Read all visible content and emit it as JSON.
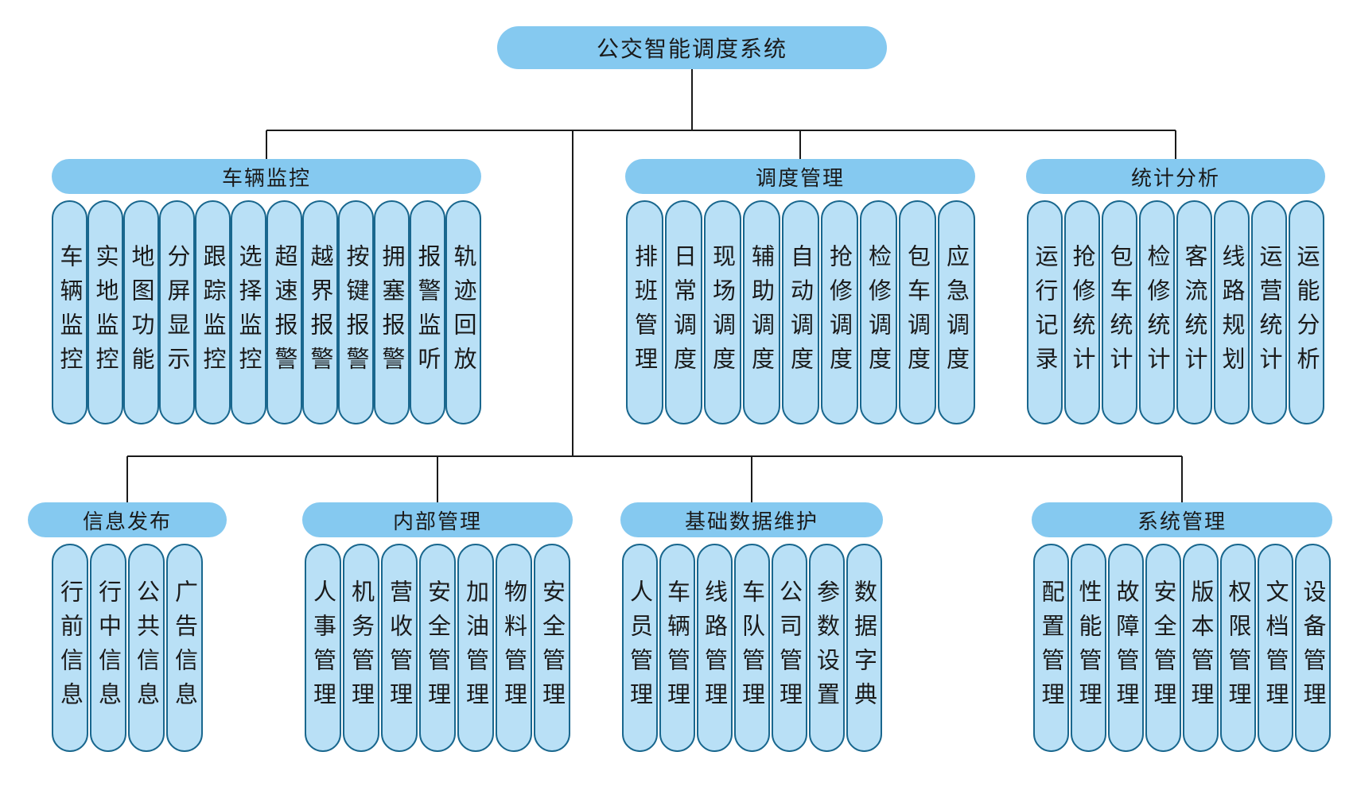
{
  "root": {
    "label": "公交智能调度系统"
  },
  "groups": [
    {
      "label": "车辆监控",
      "items": [
        "车辆监控",
        "实地监控",
        "地图功能",
        "分屏显示",
        "跟踪监控",
        "选择监控",
        "超速报警",
        "越界报警",
        "按键报警",
        "拥塞报警",
        "报警监听",
        "轨迹回放"
      ]
    },
    {
      "label": "调度管理",
      "items": [
        "排班管理",
        "日常调度",
        "现场调度",
        "辅助调度",
        "自动调度",
        "抢修调度",
        "检修调度",
        "包车调度",
        "应急调度"
      ]
    },
    {
      "label": "统计分析",
      "items": [
        "运行记录",
        "抢修统计",
        "包车统计",
        "检修统计",
        "客流统计",
        "线路规划",
        "运营统计",
        "运能分析"
      ]
    },
    {
      "label": "信息发布",
      "items": [
        "行前信息",
        "行中信息",
        "公共信息",
        "广告信息"
      ]
    },
    {
      "label": "内部管理",
      "items": [
        "人事管理",
        "机务管理",
        "营收管理",
        "安全管理",
        "加油管理",
        "物料管理",
        "安全管理"
      ]
    },
    {
      "label": "基础数据维护",
      "items": [
        "人员管理",
        "车辆管理",
        "线路管理",
        "车队管理",
        "公司管理",
        "参数设置",
        "数据字典"
      ]
    },
    {
      "label": "系统管理",
      "items": [
        "配置管理",
        "性能管理",
        "故障管理",
        "安全管理",
        "版本管理",
        "权限管理",
        "文档管理",
        "设备管理"
      ]
    }
  ],
  "colors": {
    "header_fill": "#85C9F0",
    "item_fill": "#B9E0F6",
    "item_border": "#19678E",
    "line": "#1a1a1a",
    "text": "#1a1a1a"
  }
}
